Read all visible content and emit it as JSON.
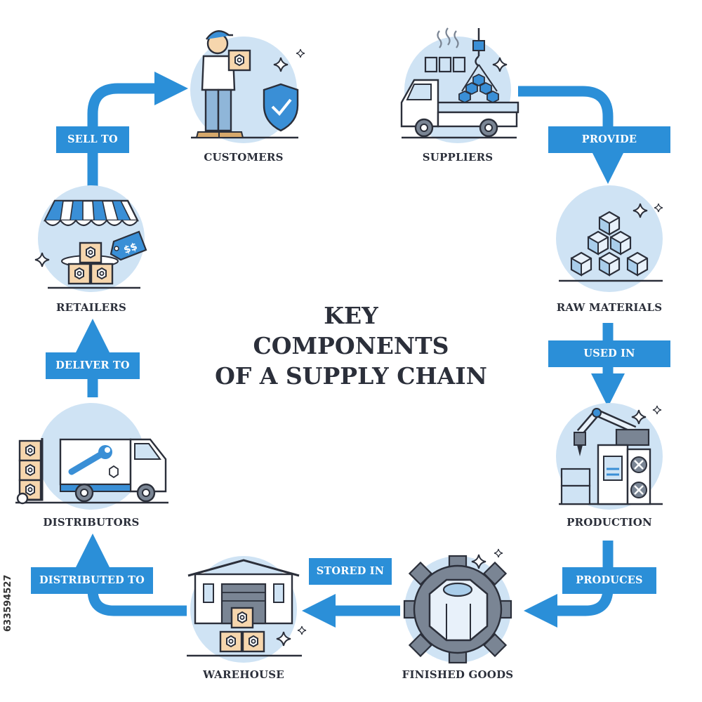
{
  "title": {
    "line1": "KEY",
    "line2": "COMPONENTS",
    "line3": "OF A SUPPLY CHAIN"
  },
  "nodes": {
    "customers": "CUSTOMERS",
    "suppliers": "SUPPLIERS",
    "raw_materials": "RAW MATERIALS",
    "production": "PRODUCTION",
    "finished_goods": "FINISHED GOODS",
    "warehouse": "WAREHOUSE",
    "distributors": "DISTRIBUTORS",
    "retailers": "RETAILERS"
  },
  "edges": {
    "provide": "PROVIDE",
    "used_in": "USED IN",
    "produces": "PRODUCES",
    "stored_in": "STORED IN",
    "distributed_to": "DISTRIBUTED TO",
    "deliver_to": "DELIVER TO",
    "sell_to": "SELL TO"
  },
  "price_tag": "$$",
  "stock_id": "633594527",
  "colors": {
    "arrow": "#2b8fd8",
    "circle": "#cfe3f4",
    "ink": "#2b2f3a",
    "box": "#f6d6ad"
  }
}
